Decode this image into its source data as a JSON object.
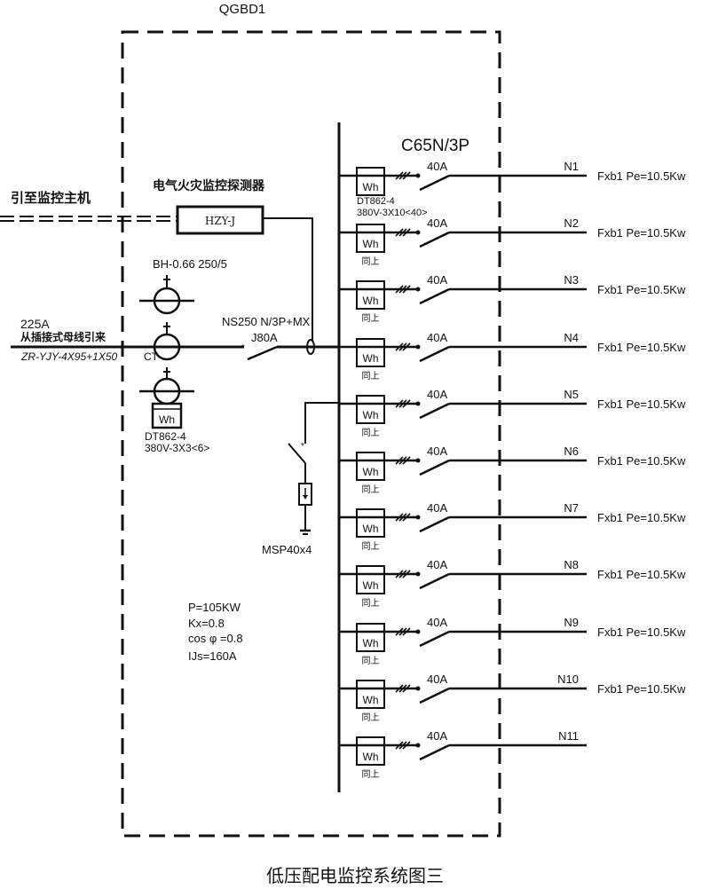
{
  "panel": {
    "name": "QGBD1",
    "breaker_type": "C65N/3P"
  },
  "monitor": {
    "link_label": "引至监控主机",
    "detector_label": "电气火灾监控探测器",
    "detector_model": "HZY-J"
  },
  "incoming": {
    "current": "225A",
    "source": "从插接式母线引来",
    "cable": "ZR-YJY-4X95+1X50",
    "ct_label": "CT",
    "ct_model": "BH-0.66  250/5",
    "main_breaker": "NS250 N/3P+MX",
    "main_breaker_rating": "J80A",
    "meter_symbol": "Wh",
    "meter_model": "DT862-4",
    "meter_spec": "380V-3X3<6>"
  },
  "surge": {
    "label": "MSP40x4"
  },
  "load": {
    "p": "P=105KW",
    "kx": "Kx=0.8",
    "cos": "cos φ =0.8",
    "ijs": "IJs=160A"
  },
  "branch_meter": {
    "model": "DT862-4",
    "spec": "380V-3X10<40>",
    "same_label": "同上"
  },
  "branches": [
    {
      "id": "N1",
      "rating": "40A",
      "meter": "Wh",
      "load": "Fxb1  Pe=10.5Kw"
    },
    {
      "id": "N2",
      "rating": "40A",
      "meter": "Wh",
      "load": "Fxb1  Pe=10.5Kw"
    },
    {
      "id": "N3",
      "rating": "40A",
      "meter": "Wh",
      "load": "Fxb1  Pe=10.5Kw"
    },
    {
      "id": "N4",
      "rating": "40A",
      "meter": "Wh",
      "load": "Fxb1  Pe=10.5Kw"
    },
    {
      "id": "N5",
      "rating": "40A",
      "meter": "Wh",
      "load": "Fxb1  Pe=10.5Kw"
    },
    {
      "id": "N6",
      "rating": "40A",
      "meter": "Wh",
      "load": "Fxb1  Pe=10.5Kw"
    },
    {
      "id": "N7",
      "rating": "40A",
      "meter": "Wh",
      "load": "Fxb1  Pe=10.5Kw"
    },
    {
      "id": "N8",
      "rating": "40A",
      "meter": "Wh",
      "load": "Fxb1  Pe=10.5Kw"
    },
    {
      "id": "N9",
      "rating": "40A",
      "meter": "Wh",
      "load": "Fxb1  Pe=10.5Kw"
    },
    {
      "id": "N10",
      "rating": "40A",
      "meter": "Wh",
      "load": "Fxb1  Pe=10.5Kw"
    },
    {
      "id": "N11",
      "rating": "40A",
      "meter": "Wh",
      "load": ""
    }
  ],
  "caption": "低压配电监控系统图三"
}
